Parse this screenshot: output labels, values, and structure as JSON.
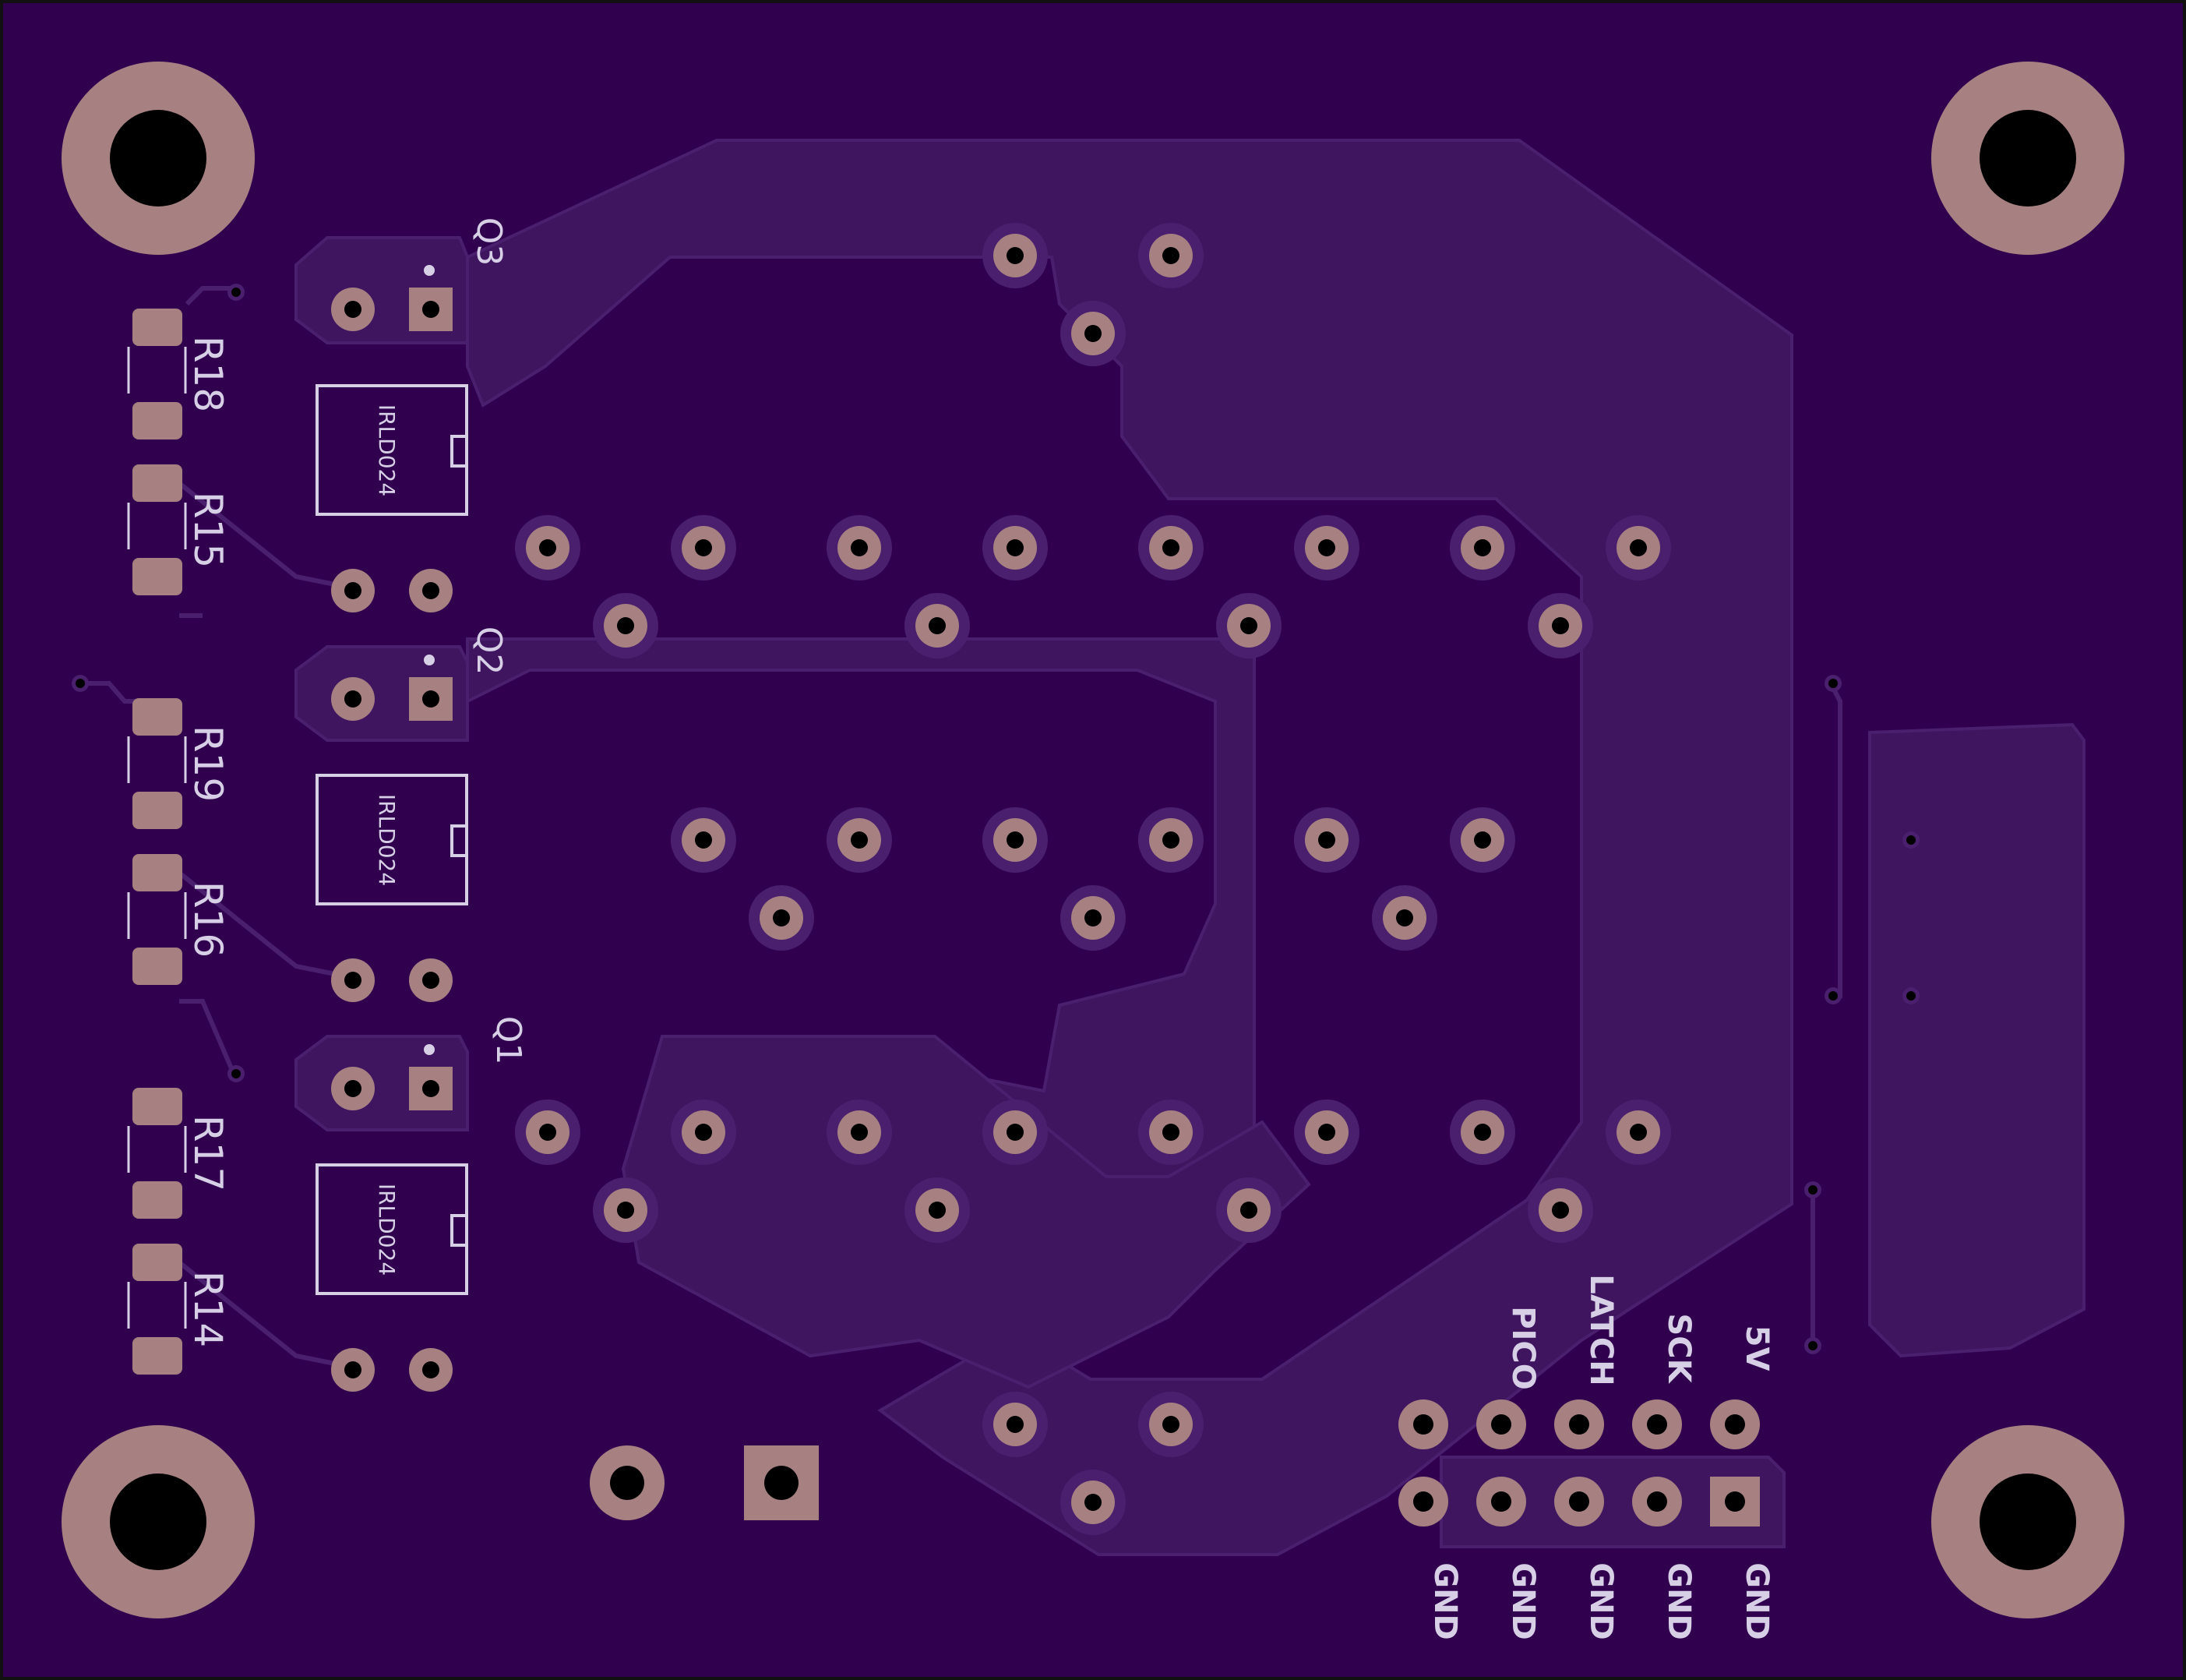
{
  "colors": {
    "board": "#30004f",
    "copper_pour": "#3f1560",
    "copper_edge": "#4a1f6e",
    "pad": "#a78181",
    "drill": "#000000",
    "silkscreen": "#d6cfe6",
    "outline": "#111111"
  },
  "transistors": [
    {
      "ref": "Q3",
      "value": "IRLD024"
    },
    {
      "ref": "Q2",
      "value": "IRLD024"
    },
    {
      "ref": "Q1",
      "value": "IRLD024"
    }
  ],
  "resistors": [
    "R18",
    "R15",
    "R19",
    "R16",
    "R17",
    "R14"
  ],
  "header_top_labels": [
    "PICO",
    "LATCH",
    "SCK",
    "5V"
  ],
  "header_bottom_labels": [
    "GND",
    "GND",
    "GND",
    "GND",
    "GND"
  ],
  "icons": [
    "mounting-hole-icon",
    "pad-icon",
    "via-icon"
  ]
}
